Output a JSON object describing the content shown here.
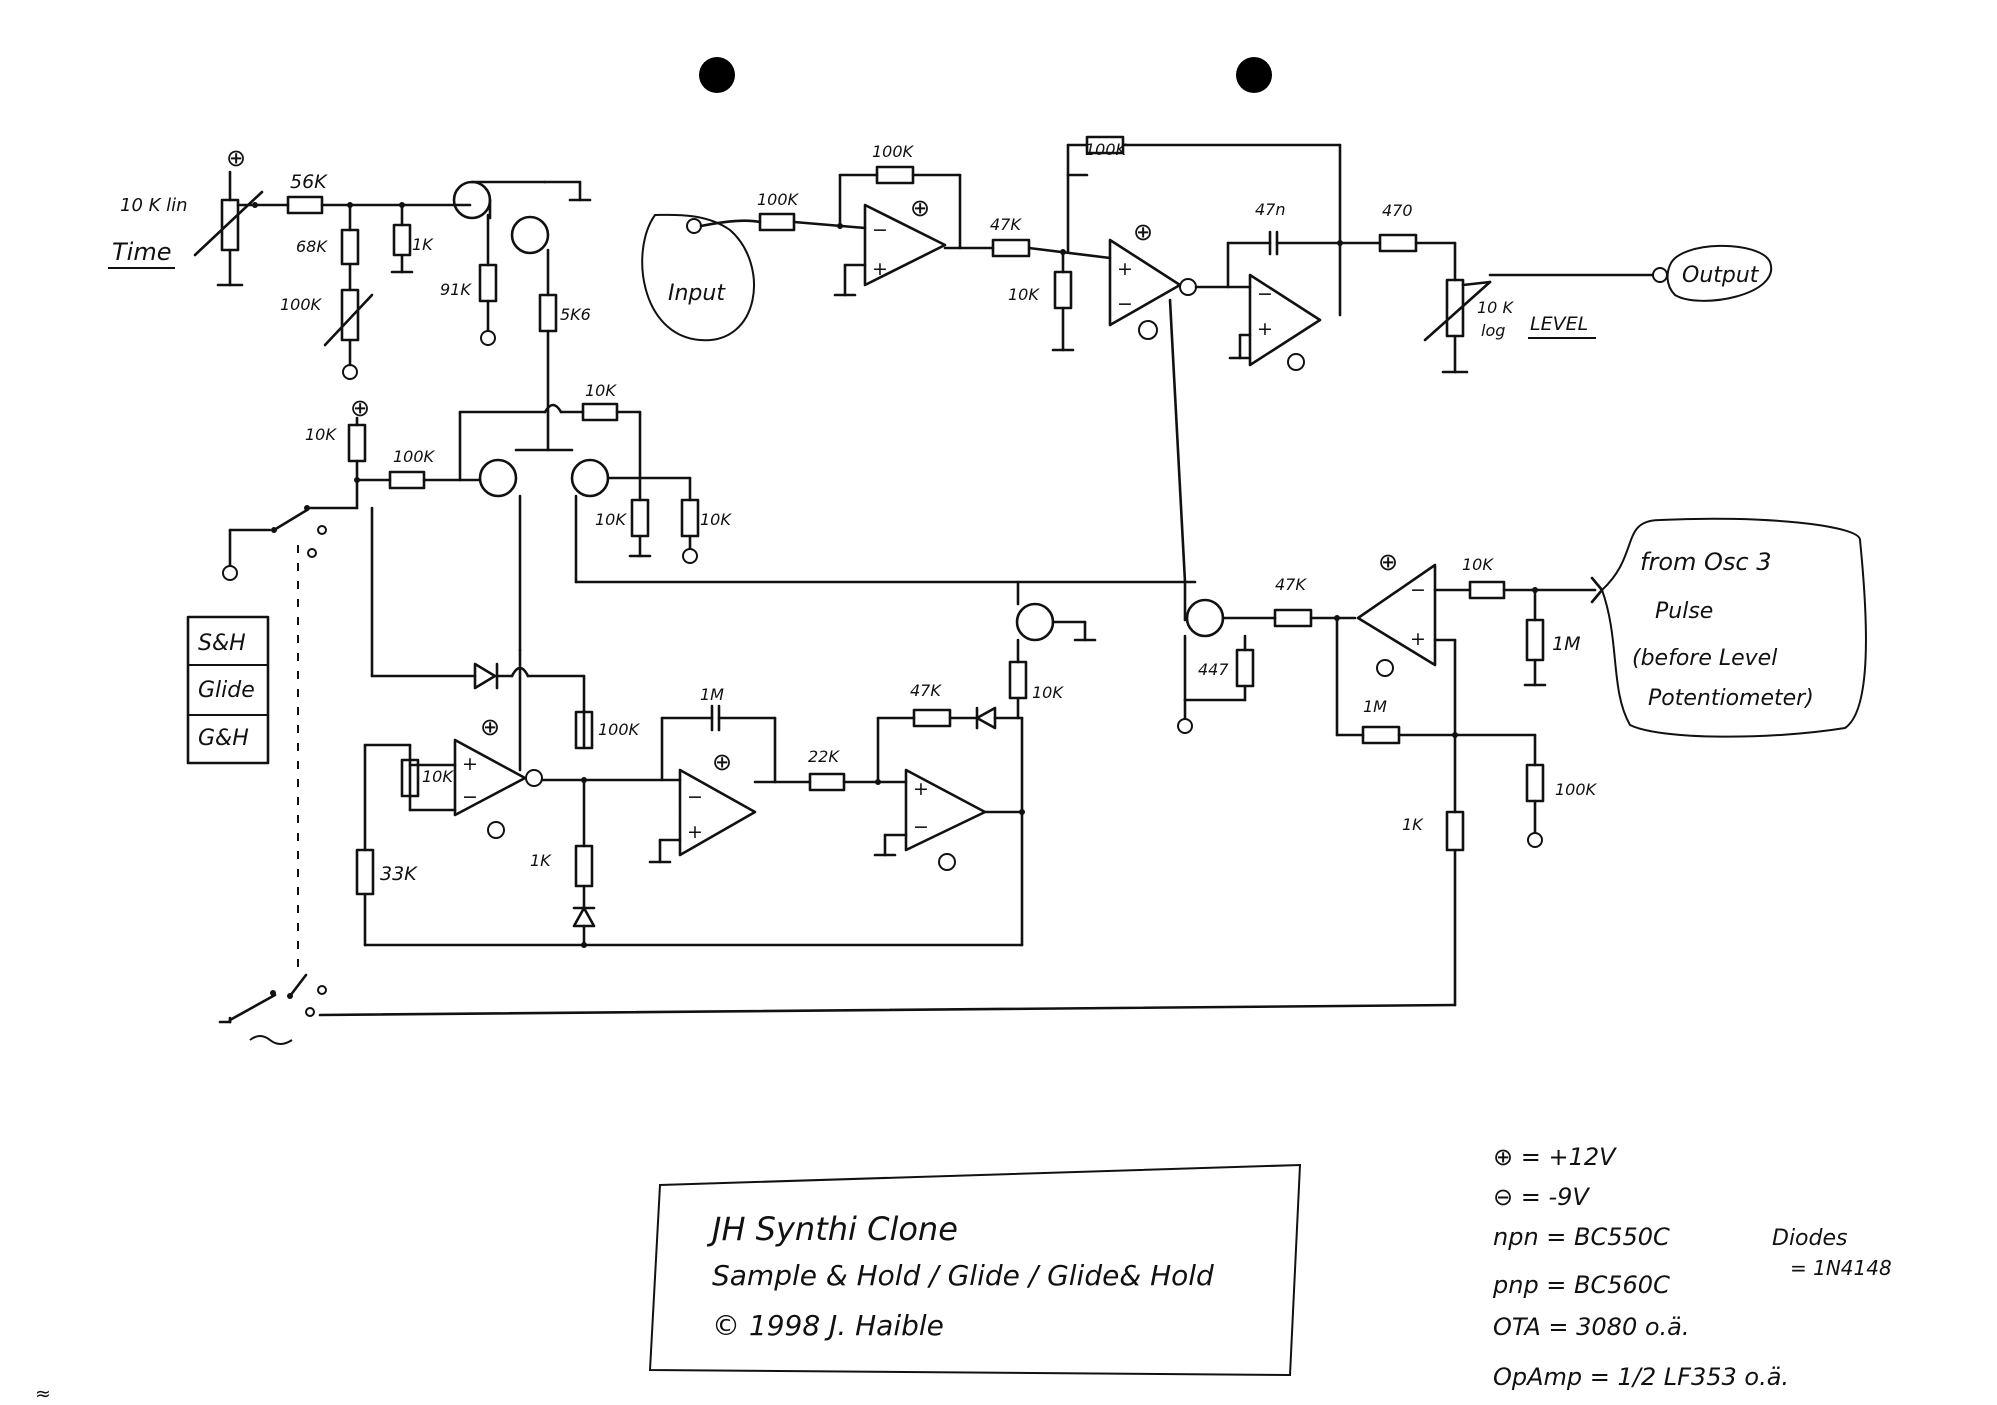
{
  "title_block": {
    "line1": "JH Synthi Clone",
    "line2": "Sample & Hold / Glide / Glide& Hold",
    "line3": "© 1998 J. Haible"
  },
  "legend": {
    "plus": "⊕ = +12V",
    "minus": "⊖ = -9V",
    "npn": "npn = BC550C",
    "pnp": "pnp = BC560C",
    "ota": "OTA = 3080 o.ä.",
    "opamp": "OpAmp = 1/2 LF353 o.ä.",
    "diodes1": "Diodes",
    "diodes2": "= 1N4148"
  },
  "mode_switch": [
    "S&H",
    "Glide",
    "G&H"
  ],
  "signals": {
    "input": "Input",
    "output": "Output",
    "from_osc_1": "from Osc 3",
    "from_osc_2": "Pulse",
    "from_osc_3": "(before Level",
    "from_osc_4": "Potentiometer)"
  },
  "controls": {
    "time_pot": "10 K lin",
    "time_label": "Time",
    "level_pot_1": "10 K",
    "level_pot_2": "log",
    "level_label": "LEVEL"
  },
  "components": {
    "r56k": "56K",
    "r68k": "68K",
    "r1k_top": "1K",
    "trim100k": "100K",
    "r91k": "91K",
    "r5k6": "5K6",
    "r10k_ctl": "10K",
    "r100k_ctl": "100K",
    "r10k_fb": "10K",
    "r10k_a": "10K",
    "r10k_b": "10K",
    "r100k_in": "100K",
    "r100k_fb1": "100K",
    "r47k_a": "47K",
    "r10k_ota": "10K",
    "r100k_fb2": "100K",
    "c47n": "47n",
    "r470": "470",
    "r10k_lower": "10K",
    "r100k_lower": "100K",
    "c1u": "1M",
    "r22k": "22K",
    "r47k_lower": "47K",
    "r10k_q": "10K",
    "r33k": "33K",
    "r1k_lower": "1K",
    "r47k_right": "47K",
    "r447": "447",
    "r10k_osc": "10K",
    "r1m_shunt": "1M",
    "r1m_fb": "1M",
    "r100k_right": "100K",
    "r1k_right": "1K"
  }
}
